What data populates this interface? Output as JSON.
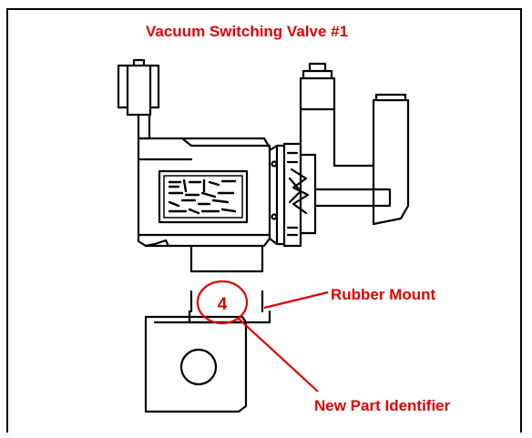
{
  "title": "Vacuum Switching Valve #1",
  "callouts": {
    "rubber_mount": "Rubber Mount",
    "new_part_identifier": "New Part Identifier",
    "identifier_number": "4"
  },
  "colors": {
    "accent": "#e00000",
    "line": "#000000"
  }
}
